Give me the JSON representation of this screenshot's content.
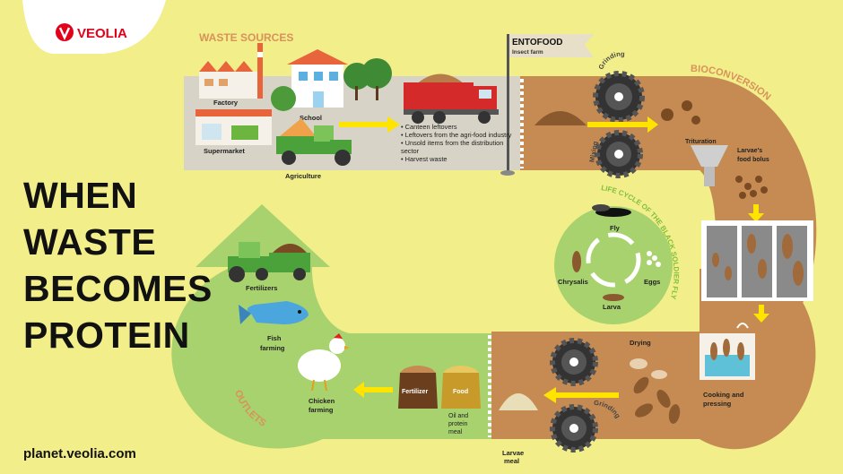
{
  "brand": {
    "name": "VEOLIA",
    "color": "#e2001a"
  },
  "headline": {
    "line1": "WHEN",
    "line2": "WASTE",
    "line3": "BECOMES",
    "line4": "PROTEIN"
  },
  "footer_url": "planet.veolia.com",
  "sections": {
    "waste_sources": "WASTE SOURCES",
    "bioconversion": "BIOCONVERSION",
    "outlets": "OUTLETS",
    "life_cycle": "LIFE CYCLE OF THE BLACK SOLDIER FLY"
  },
  "sources": {
    "factory": "Factory",
    "school": "School",
    "supermarket": "Supermarket",
    "agriculture": "Agriculture"
  },
  "waste_items": [
    "Canteen leftovers",
    "Leftovers from the agri-food industry",
    "Unsold items from the distribution sector",
    "Harvest waste"
  ],
  "entofood": {
    "title": "ENTOFOOD",
    "subtitle": "Insect farm"
  },
  "process": {
    "grinding_top": "Grinding",
    "mixing": "Mixing",
    "trituration": "Trituration",
    "food_bolus_1": "Larvae's",
    "food_bolus_2": "food bolus",
    "drying": "Drying",
    "cooking_1": "Cooking and",
    "cooking_2": "pressing",
    "grinding_bottom": "Grinding",
    "larvae_meal_1": "Larvae",
    "larvae_meal_2": "meal",
    "oil_1": "Oil and",
    "oil_2": "protein",
    "oil_3": "meal"
  },
  "lifecycle": {
    "fly": "Fly",
    "eggs": "Eggs",
    "larva": "Larva",
    "chrysalis": "Chrysalis"
  },
  "outlets": {
    "fertilizer_bag": "Fertilizer",
    "food_bag": "Food",
    "fertilizers": "Fertilizers",
    "fish_1": "Fish",
    "fish_2": "farming",
    "chicken_1": "Chicken",
    "chicken_2": "farming"
  },
  "colors": {
    "background": "#f2ee8a",
    "brown_path": "#c68b53",
    "green_path": "#a8d26e",
    "arrow": "#ffe400",
    "section_label": "#d8925a",
    "lifecycle_label": "#7fbf3c"
  }
}
